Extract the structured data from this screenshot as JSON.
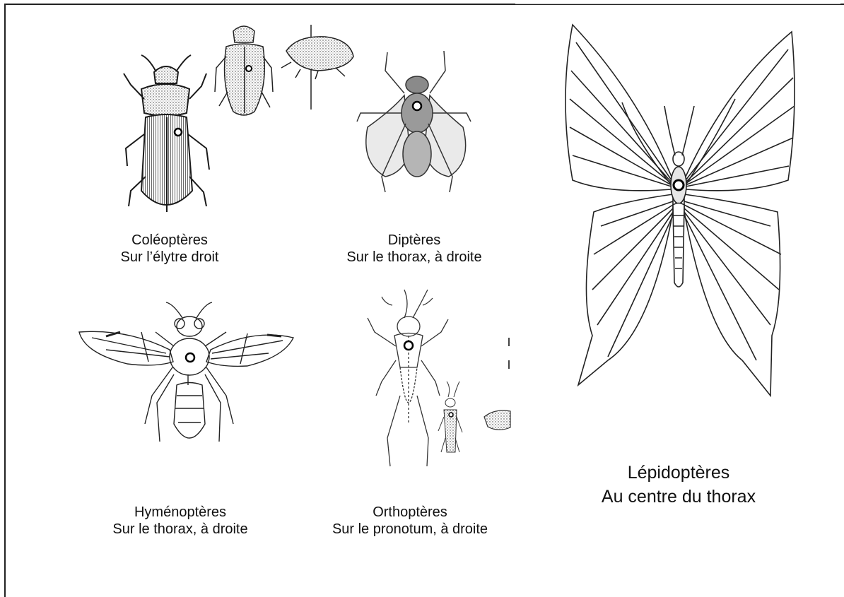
{
  "captions": {
    "coleopteres": {
      "order": "Coléoptères",
      "location": "Sur l’élytre droit"
    },
    "dipteres": {
      "order": "Diptères",
      "location": "Sur le thorax, à droite"
    },
    "hymenopteres": {
      "order": "Hyménoptères",
      "location": "Sur le thorax, à droite"
    },
    "orthopteres": {
      "order": "Orthoptères",
      "location": "Sur le pronotum, à droite"
    },
    "lepidopteres": {
      "order": "Lépidoptères",
      "location": "Au centre du thorax"
    }
  },
  "colors": {
    "ink": "#1a1a1a",
    "pin_marker": "#ffffff"
  }
}
